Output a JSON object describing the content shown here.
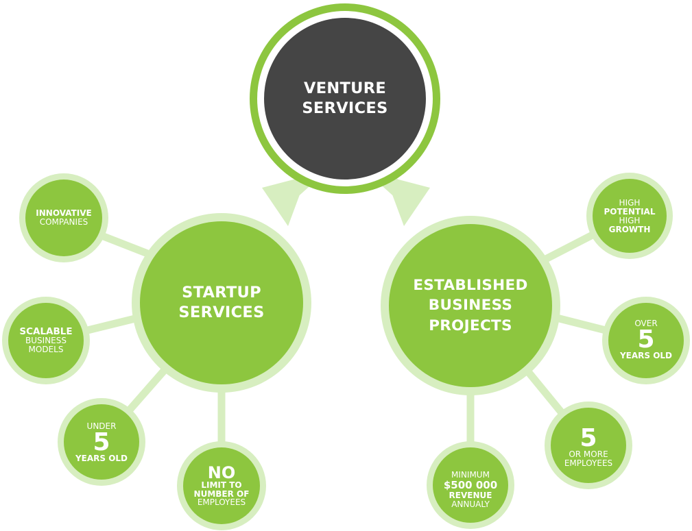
{
  "colors": {
    "green": "#8dc63f",
    "light_green": "#d7eec0",
    "dark_center": "#454545",
    "text": "#ffffff"
  },
  "center": {
    "line1": "VENTURE",
    "line2": "SERVICES"
  },
  "startup": {
    "line1": "STARTUP",
    "line2": "SERVICES",
    "leaves": {
      "innovative": {
        "bold": "INNOVATIVE",
        "light": "COMPANIES"
      },
      "scalable": {
        "bold": "SCALABLE",
        "light1": "BUSINESS",
        "light2": "MODELS"
      },
      "under5": {
        "top": "UNDER",
        "number": "5",
        "bottom": "YEARS OLD"
      },
      "nolimit": {
        "big": "NO",
        "bold1": "LIMIT TO",
        "bold2": "NUMBER OF",
        "light": "EMPLOYEES"
      }
    }
  },
  "established": {
    "line1": "ESTABLISHED",
    "line2": "BUSINESS",
    "line3": "PROJECTS",
    "leaves": {
      "highgrowth": {
        "l1": "HIGH",
        "b1": "POTENTIAL",
        "l2": "HIGH",
        "b2": "GROWTH"
      },
      "over5": {
        "top": "OVER",
        "number": "5",
        "bottom": "YEARS OLD"
      },
      "employees5": {
        "number": "5",
        "l1": "OR MORE",
        "l2": "EMPLOYEES"
      },
      "revenue": {
        "l1": "MINIMUM",
        "b1": "$500 000",
        "b2": "REVENUE",
        "l2": "ANNUALY"
      }
    }
  }
}
